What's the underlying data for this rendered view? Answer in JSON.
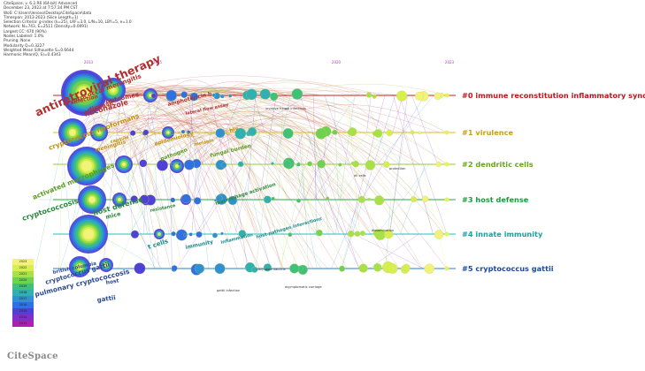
{
  "info": {
    "lines": [
      "CiteSpace, v. 6.2.R6 (64-bit) Advanced",
      "December 23, 2023 at 7:57:34 PM CST",
      "WoS: C:\\Users\\lenovo\\Desktop\\CiteSpace\\data",
      "Timespan: 2013-2023 (Slice Length=1)",
      "Selection Criteria: g-index (k=25), LRF=3.0, L/N=10, LBY=5, e=1.0",
      "Network: N=743, E=2511 (Density=0.0091)",
      "Largest CC: 670 (90%)",
      "Nodes Labeled: 1.0%",
      "Pruning: None",
      "Modularity Q=0.3227",
      "Weighted Mean Silhouette S=0.6644",
      "Harmonic Mean(Q, S)=0.4343"
    ]
  },
  "timeline": {
    "years": [
      "2013",
      "2015",
      "2020",
      "2023"
    ]
  },
  "clusters": [
    {
      "label": "#0 immune reconstitution inflammatory syndrome",
      "color": "#c0161b",
      "line_color": "#c82020",
      "keywords": [
        {
          "text": "antiretroviral therapy",
          "color": "#b03030"
        },
        {
          "text": "cryptococcal meningitis",
          "color": "#b03030"
        },
        {
          "text": "fluconazole",
          "color": "#b03030"
        },
        {
          "text": "infection",
          "color": "#b03030"
        },
        {
          "text": "disease",
          "color": "#b03030"
        },
        {
          "text": "outcomes",
          "color": "#b03030"
        },
        {
          "text": "amphotericin b",
          "color": "#b03030"
        },
        {
          "text": "lateral flow assay",
          "color": "#b03030"
        },
        {
          "text": "invasive fungal infections",
          "color": "#b03030"
        }
      ]
    },
    {
      "label": "#1 virulence",
      "color": "#c8a010",
      "line_color": "#d8c020",
      "keywords": [
        {
          "text": "cryptococcus neoformans",
          "color": "#c09010"
        },
        {
          "text": "meningitis",
          "color": "#c09010"
        },
        {
          "text": "epidemiology",
          "color": "#c09010"
        },
        {
          "text": "hiv",
          "color": "#c09010"
        },
        {
          "text": "capsule",
          "color": "#c09010"
        },
        {
          "text": "melanin",
          "color": "#c09010"
        }
      ]
    },
    {
      "label": "#2 dendritic cells",
      "color": "#6aa51c",
      "line_color": "#9acd32",
      "keywords": [
        {
          "text": "activated macrophages",
          "color": "#5a9a20"
        },
        {
          "text": "pathogen",
          "color": "#5a9a20"
        },
        {
          "text": "fungal burden",
          "color": "#5a9a20"
        },
        {
          "text": "nk cells",
          "color": "#5a9a20"
        },
        {
          "text": "protection",
          "color": "#5a9a20"
        }
      ]
    },
    {
      "label": "#3 host defense",
      "color": "#1a9a3a",
      "line_color": "#20b040",
      "keywords": [
        {
          "text": "cryptococcosis",
          "color": "#2a8a3a"
        },
        {
          "text": "host defense",
          "color": "#2a8a3a"
        },
        {
          "text": "mice",
          "color": "#2a8a3a"
        },
        {
          "text": "macrophage activation",
          "color": "#2a8a3a"
        },
        {
          "text": "resistance",
          "color": "#2a8a3a"
        }
      ]
    },
    {
      "label": "#4 innate immunity",
      "color": "#1aa0a0",
      "line_color": "#20c0c0",
      "keywords": [
        {
          "text": "t cells",
          "color": "#1a8a8a"
        },
        {
          "text": "inflammation",
          "color": "#1a8a8a"
        },
        {
          "text": "host-pathogen interactions",
          "color": "#1a8a8a"
        },
        {
          "text": "immunity",
          "color": "#1a8a8a"
        },
        {
          "text": "dissemination",
          "color": "#1a8a8a"
        }
      ]
    },
    {
      "label": "#5 cryptococcus gattii",
      "color": "#1a4aa0",
      "line_color": "#2a80d0",
      "keywords": [
        {
          "text": "cryptococcus gattii",
          "color": "#2a4a90"
        },
        {
          "text": "pulmonary cryptococcosis",
          "color": "#2a4a90"
        },
        {
          "text": "british columbia",
          "color": "#2a4a90"
        },
        {
          "text": "host",
          "color": "#2a4a90"
        },
        {
          "text": "gattii",
          "color": "#2a4a90"
        },
        {
          "text": "conjugate vaccine",
          "color": "#2a4a90"
        },
        {
          "text": "gattii infection",
          "color": "#2a4a90"
        },
        {
          "text": "asymptomatic carriage",
          "color": "#2a4a90"
        }
      ]
    }
  ],
  "legend": {
    "years": [
      "2023",
      "2022",
      "2021",
      "2020",
      "2019",
      "2018",
      "2017",
      "2016",
      "2015",
      "2014",
      "2013"
    ],
    "colors": [
      "#f2f27a",
      "#d8ee50",
      "#a8e048",
      "#70d050",
      "#40c078",
      "#30b0b0",
      "#3090d0",
      "#3070e0",
      "#5040d8",
      "#8030c8",
      "#b020b0"
    ]
  },
  "logo": "CiteSpace"
}
